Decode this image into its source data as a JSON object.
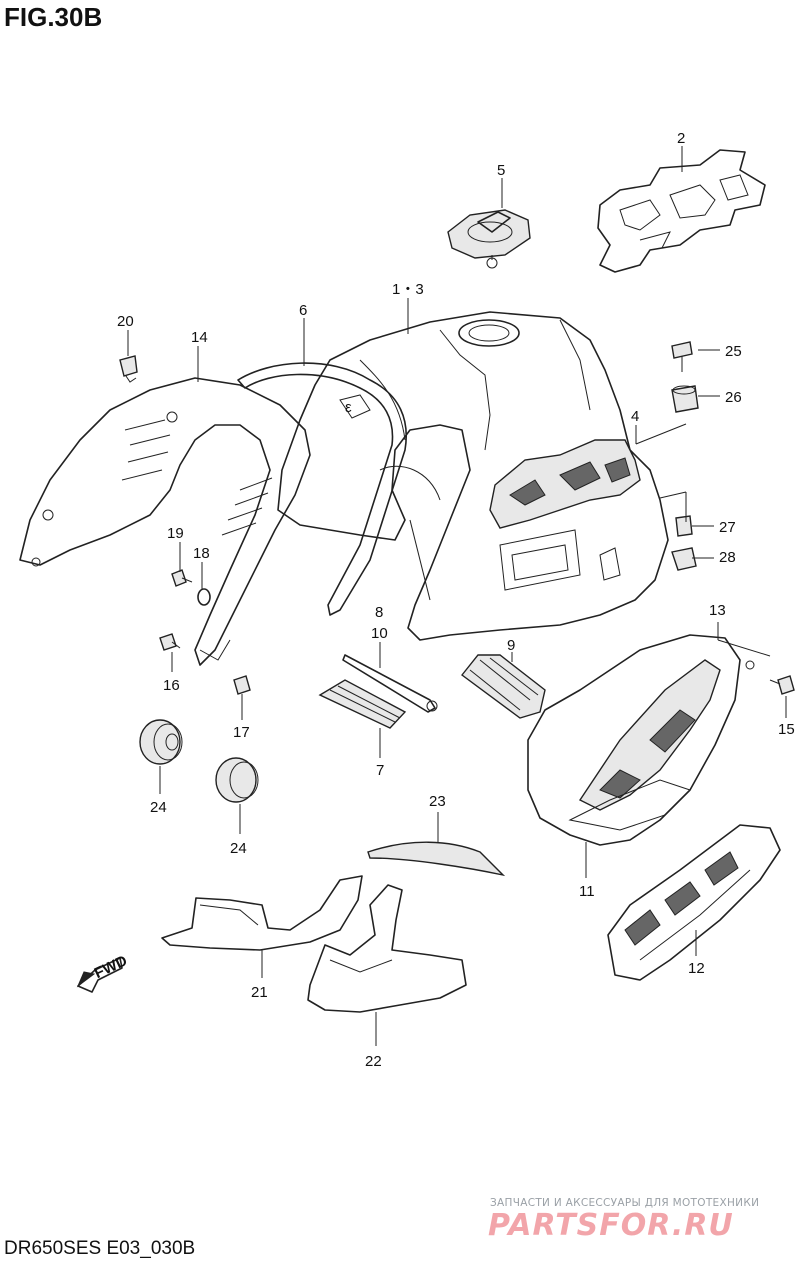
{
  "figure": {
    "title": "FIG.30B",
    "model_code": "DR650SES E03_030B"
  },
  "callouts": [
    "1・3",
    "2",
    "4",
    "5",
    "6",
    "7",
    "8",
    "9",
    "10",
    "11",
    "12",
    "13",
    "14",
    "15",
    "16",
    "17",
    "18",
    "19",
    "20",
    "21",
    "22",
    "23",
    "24",
    "24",
    "25",
    "26",
    "27",
    "28"
  ],
  "direction_badge": "FWD",
  "watermark": {
    "tagline": "ЗАПЧАСТИ И АКСЕССУАРЫ ДЛЯ МОТОТЕХНИКИ",
    "logo": "PARTSFOR.RU"
  },
  "colors": {
    "line": "#222222",
    "watermark_logo": "#e43a45",
    "watermark_text": "#9aa0a6"
  }
}
